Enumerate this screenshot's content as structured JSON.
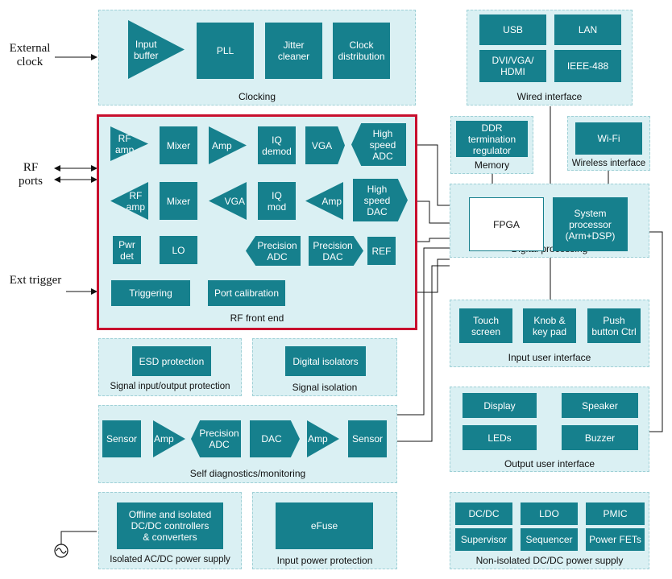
{
  "external": {
    "external_clock": "External\nclock",
    "rf_ports": "RF\nports",
    "ext_trigger": "Ext trigger"
  },
  "panels": {
    "clocking": "Clocking",
    "rf_front_end": "RF front end",
    "wired_interface": "Wired interface",
    "memory": "Memory",
    "wireless_interface": "Wireless interface",
    "digital_processing": "Digital processing",
    "input_user_interface": "Input user interface",
    "output_user_interface": "Output user interface",
    "signal_io_protection": "Signal input/output protection",
    "signal_isolation": "Signal isolation",
    "self_diagnostics": "Self diagnostics/monitoring",
    "isolated_acdc": "Isolated AC/DC power supply",
    "input_power_protection": "Input power protection",
    "nonisolated_dcdc": "Non-isolated DC/DC power supply"
  },
  "blocks": {
    "input_buffer": "Input\nbuffer",
    "pll": "PLL",
    "jitter_cleaner": "Jitter\ncleaner",
    "clock_distribution": "Clock\ndistribution",
    "usb": "USB",
    "lan": "LAN",
    "dvi_vga_hdmi": "DVI/VGA/\nHDMI",
    "ieee488": "IEEE-488",
    "ddr": "DDR\ntermination\nregulator",
    "wifi": "Wi-Fi",
    "fpga": "FPGA",
    "system_processor": "System\nprocessor\n(Arm+DSP)",
    "rf_amp_tx": "RF\namp",
    "mixer_1": "Mixer",
    "amp_1": "Amp",
    "iq_demod": "IQ\ndemod",
    "vga_1": "VGA",
    "hs_adc": "High\nspeed\nADC",
    "rf_amp_rx": "RF\namp",
    "mixer_2": "Mixer",
    "vga_2": "VGA",
    "iq_mod": "IQ\nmod",
    "amp_2": "Amp",
    "hs_dac": "High\nspeed\nDAC",
    "pwr_det": "Pwr\ndet",
    "lo": "LO",
    "precision_adc": "Precision\nADC",
    "precision_dac": "Precision\nDAC",
    "ref": "REF",
    "triggering": "Triggering",
    "port_calibration": "Port calibration",
    "touch_screen": "Touch\nscreen",
    "knob_keypad": "Knob &\nkey pad",
    "push_button": "Push\nbutton Ctrl",
    "esd_protection": "ESD protection",
    "digital_isolators": "Digital isolators",
    "display": "Display",
    "speaker": "Speaker",
    "leds": "LEDs",
    "buzzer": "Buzzer",
    "sensor_1": "Sensor",
    "amp_sd_1": "Amp",
    "precision_adc_sd": "Precision\nADC",
    "dac_sd": "DAC",
    "amp_sd_2": "Amp",
    "sensor_2": "Sensor",
    "offline_dcdc": "Offline and isolated\nDC/DC controllers\n& converters",
    "efuse": "eFuse",
    "dcdc": "DC/DC",
    "ldo": "LDO",
    "pmic": "PMIC",
    "supervisor": "Supervisor",
    "sequencer": "Sequencer",
    "power_fets": "Power FETs"
  },
  "colors": {
    "block": "#16808d",
    "panel": "#daf0f3",
    "rf_border": "#c8102e"
  },
  "icons": {
    "ac_source": "ac-source-icon"
  }
}
